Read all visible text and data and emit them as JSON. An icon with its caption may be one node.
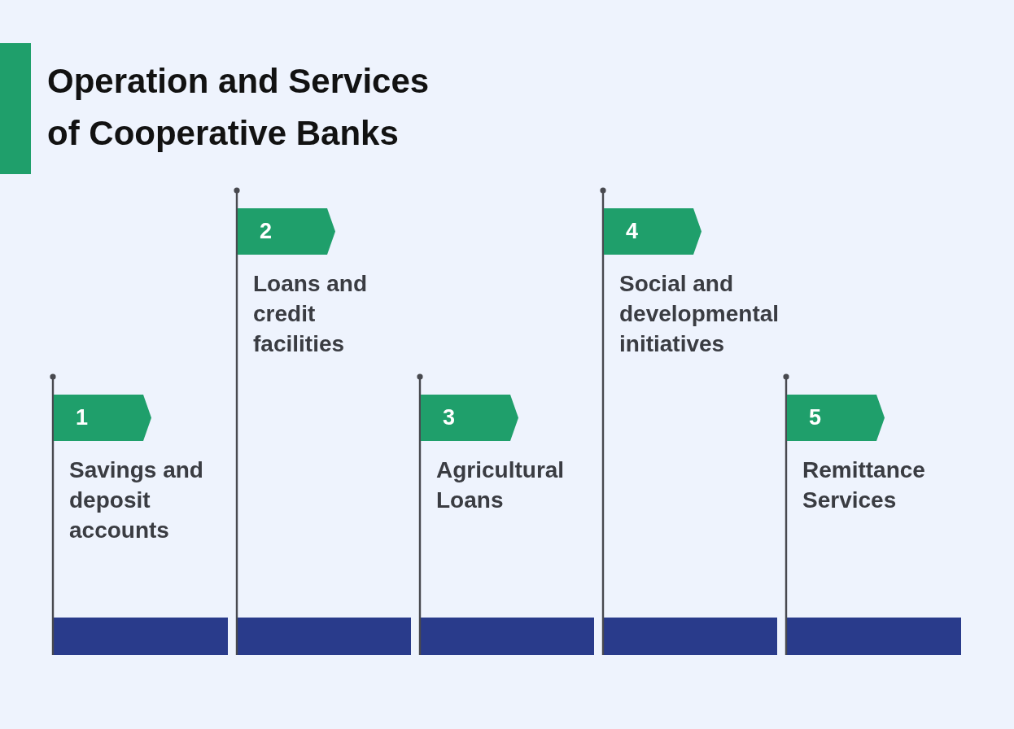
{
  "diagram": {
    "title": "Operation and Services of Cooperative Banks",
    "nodes": [
      {
        "text": [
          "1"
        ],
        "beside": [
          "Savings and deposit accounts"
        ]
      },
      {
        "text": [
          "2"
        ],
        "beside": [
          "Loans and credit facilities"
        ]
      },
      {
        "text": [
          "3"
        ],
        "beside": [
          "Agricultural Loans"
        ]
      },
      {
        "text": [
          "4"
        ],
        "beside": [
          "Social and developmental initiatives"
        ]
      },
      {
        "text": [
          "5"
        ],
        "beside": [
          "Remittance Services"
        ]
      },
      {
        "text": [],
        "shape": "bar"
      },
      {
        "text": [],
        "shape": "bar"
      },
      {
        "text": [],
        "shape": "bar"
      },
      {
        "text": [],
        "shape": "bar"
      },
      {
        "text": [],
        "shape": "bar"
      }
    ]
  }
}
